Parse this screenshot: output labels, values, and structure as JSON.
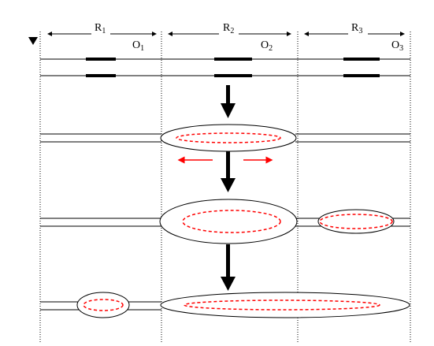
{
  "regions": [
    {
      "name": "R",
      "sub": "1"
    },
    {
      "name": "R",
      "sub": "2"
    },
    {
      "name": "R",
      "sub": "3"
    }
  ],
  "origins": [
    {
      "name": "O",
      "sub": "1"
    },
    {
      "name": "O",
      "sub": "2"
    },
    {
      "name": "O",
      "sub": "3"
    }
  ],
  "colors": {
    "line": "#000000",
    "bubble_inner": "#ff0000",
    "fork_arrow": "#ff0000"
  }
}
